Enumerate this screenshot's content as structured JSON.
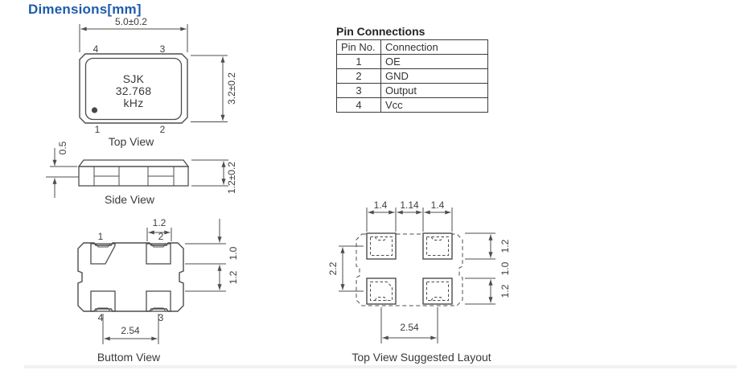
{
  "title": "Dimensions[mm]",
  "colors": {
    "title": "#1e5caa",
    "line": "#4d4d4d",
    "text": "#3d3d3d"
  },
  "top_view": {
    "caption": "Top View",
    "width_dim": "5.0±0.2",
    "height_dim": "3.2±0.2",
    "marking": {
      "line1": "SJK",
      "line2": "32.768",
      "line3": "kHz"
    },
    "pins": {
      "top_left": "4",
      "top_right": "3",
      "bottom_left": "1",
      "bottom_right": "2"
    }
  },
  "side_view": {
    "caption": "Side View",
    "lid_dim": "0.5",
    "height_dim": "1.2±0.2"
  },
  "bottom_view": {
    "caption": "Buttom View",
    "pad_width_dim": "1.2",
    "pad_height_dim": "1.0",
    "pad_gap_dim": "1.2",
    "pitch_dim": "2.54",
    "pins": {
      "top_left": "1",
      "top_right": "2",
      "bottom_left": "4",
      "bottom_right": "3"
    }
  },
  "suggested_layout": {
    "caption": "Top View Suggested Layout",
    "pad_width_left_dim": "1.4",
    "col_gap_dim": "1.14",
    "pad_width_right_dim": "1.4",
    "vertical_pitch_dim": "2.2",
    "pad_height_top_dim": "1.2",
    "row_gap_dim": "1.0",
    "pad_height_bottom_dim": "1.2",
    "pitch_dim": "2.54"
  },
  "pin_connections": {
    "heading": "Pin Connections",
    "columns": [
      "Pin No.",
      "Connection"
    ],
    "rows": [
      {
        "pin": "1",
        "connection": "OE"
      },
      {
        "pin": "2",
        "connection": "GND"
      },
      {
        "pin": "3",
        "connection": "Output"
      },
      {
        "pin": "4",
        "connection": "Vcc"
      }
    ]
  }
}
